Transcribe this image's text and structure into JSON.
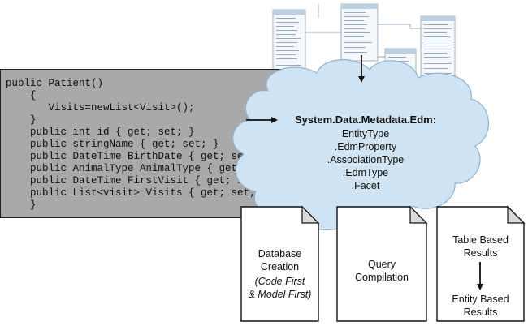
{
  "code": {
    "lines": [
      "public Patient()",
      "    {",
      "       Visits=newList<Visit>();",
      "    }",
      "    public int id { get; set; }",
      "    public stringName { get; set; }",
      "    public DateTime BirthDate { get; set; }",
      "    public AnimalType AnimalType { get; set; }",
      "    public DateTime FirstVisit { get; set; }",
      "    public List<visit> Visits { get; set; }",
      "    }"
    ]
  },
  "cloud": {
    "heading": "System.Data.Metadata.Edm:",
    "items": [
      "EntityType",
      ".EdmProperty",
      ".AssociationType",
      ".EdmType",
      ".Facet"
    ]
  },
  "documents": [
    {
      "lines": [
        "Database",
        "Creation"
      ],
      "italic_lines": [
        "(Code First",
        "& Model First)"
      ]
    },
    {
      "lines": [
        "Query",
        "Compilation"
      ]
    },
    {
      "top_lines": [
        "Table Based",
        "Results"
      ],
      "bottom_lines": [
        "Entity Based",
        "Results"
      ]
    }
  ],
  "colors": {
    "cloud_fill": "#cfe3f2",
    "cloud_stroke": "#8fb3cf",
    "code_bg": "#a9a9a9",
    "model_header": "#b9cfe2"
  }
}
